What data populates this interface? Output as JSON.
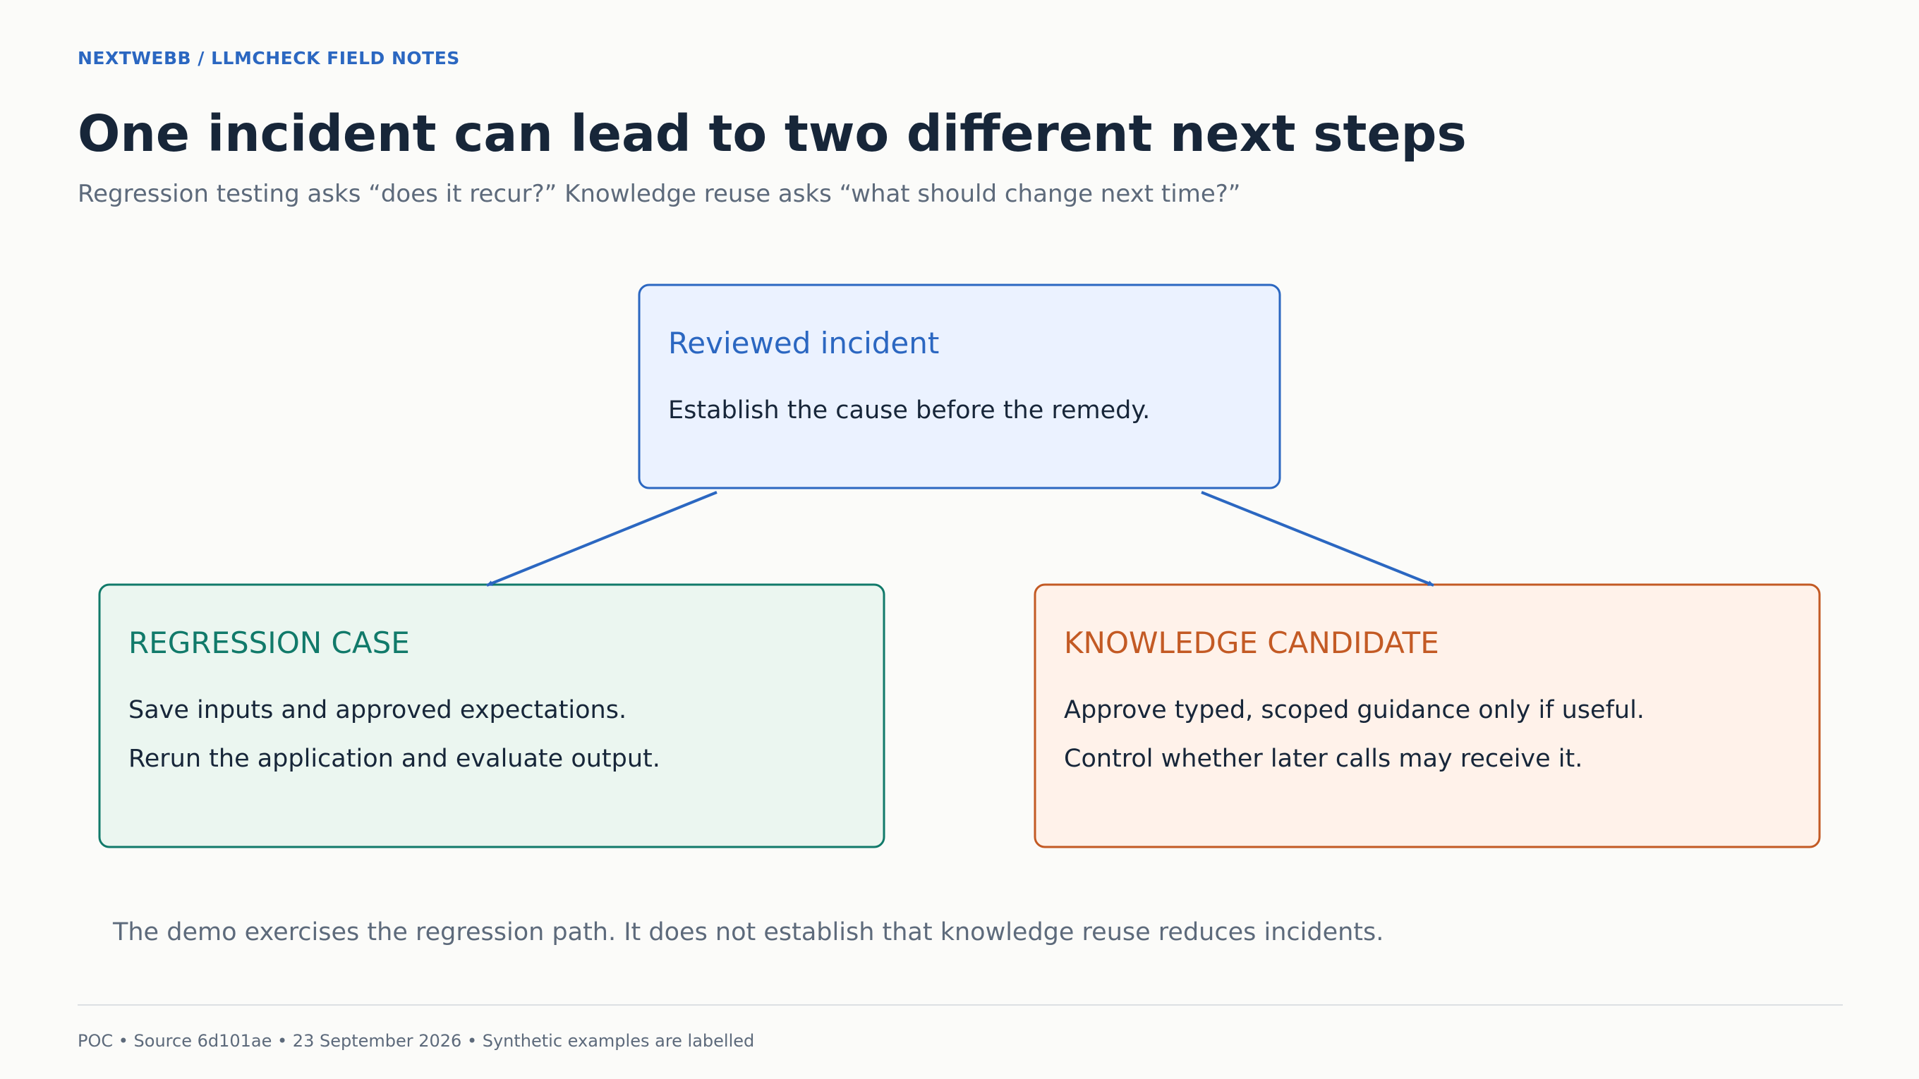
{
  "header": {
    "kicker": "NEXTWEBB / LLMCHECK FIELD NOTES",
    "title": "One incident can lead to two different next steps",
    "subtitle": "Regression testing asks “does it recur?” Knowledge reuse asks “what should change next time?”"
  },
  "diagram": {
    "incident": {
      "title": "Reviewed incident",
      "lines": [
        "Establish the cause before the remedy."
      ],
      "color": "#2b67c1",
      "fill": "#ebf2ff"
    },
    "regression": {
      "title": "REGRESSION CASE",
      "lines": [
        "Save inputs and approved expectations.",
        "Rerun the application and evaluate output."
      ],
      "color": "#117a6a",
      "fill": "#ebf6f0"
    },
    "knowledge": {
      "title": "KNOWLEDGE CANDIDATE",
      "lines": [
        "Approve typed, scoped guidance only if useful.",
        "Control whether later calls may receive it."
      ],
      "color": "#c35a24",
      "fill": "#fff2ea"
    },
    "arrow_color": "#2b67c1"
  },
  "note": "The demo exercises the regression path. It does not establish that knowledge reuse reduces incidents.",
  "footer": "POC • Source 6d101ae • 23 September 2026 • Synthetic examples are labelled"
}
